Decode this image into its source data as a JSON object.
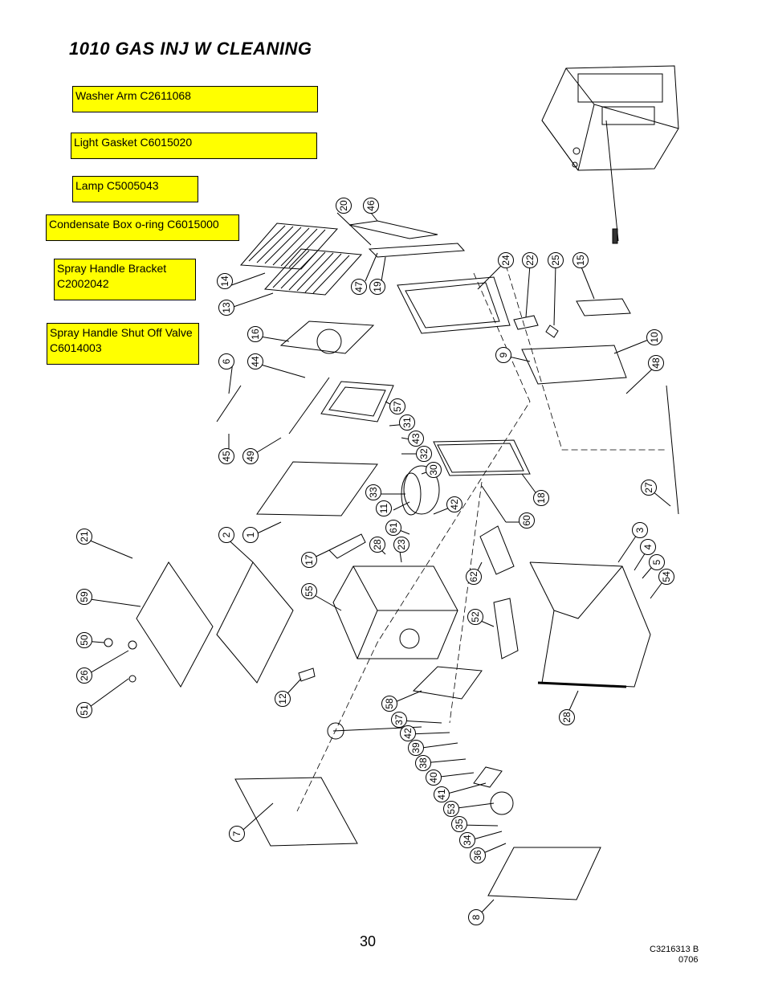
{
  "page": {
    "title": "1010 GAS INJ W CLEANING",
    "page_number": "30",
    "doc_code": "C3216313 B",
    "doc_rev": "0706"
  },
  "callouts": [
    {
      "lines": [
        "Washer Arm C2611068"
      ]
    },
    {
      "lines": [
        "Light Gasket C6015020"
      ]
    },
    {
      "lines": [
        "Lamp C5005043"
      ]
    },
    {
      "lines": [
        "Condensate Box o-ring C6015000"
      ]
    },
    {
      "lines": [
        "Spray Handle Bracket",
        "C2002042"
      ]
    },
    {
      "lines": [
        "Spray Handle Shut Off Valve",
        "C6014003"
      ]
    }
  ],
  "part_labels": [
    "20",
    "46",
    "14",
    "13",
    "47",
    "19",
    "24",
    "22",
    "25",
    "15",
    "16",
    "6",
    "44",
    "9",
    "10",
    "48",
    "57",
    "31",
    "43",
    "32",
    "30",
    "45",
    "49",
    "33",
    "11",
    "42",
    "18",
    "60",
    "27",
    "21",
    "2",
    "1",
    "61",
    "28",
    "23",
    "17",
    "3",
    "4",
    "5",
    "54",
    "55",
    "62",
    "59",
    "52",
    "50",
    "26",
    "51",
    "12",
    "58",
    "37",
    "42",
    "39",
    "38",
    "40",
    "41",
    "53",
    "35",
    "34",
    "36",
    "7",
    "8",
    "28"
  ]
}
